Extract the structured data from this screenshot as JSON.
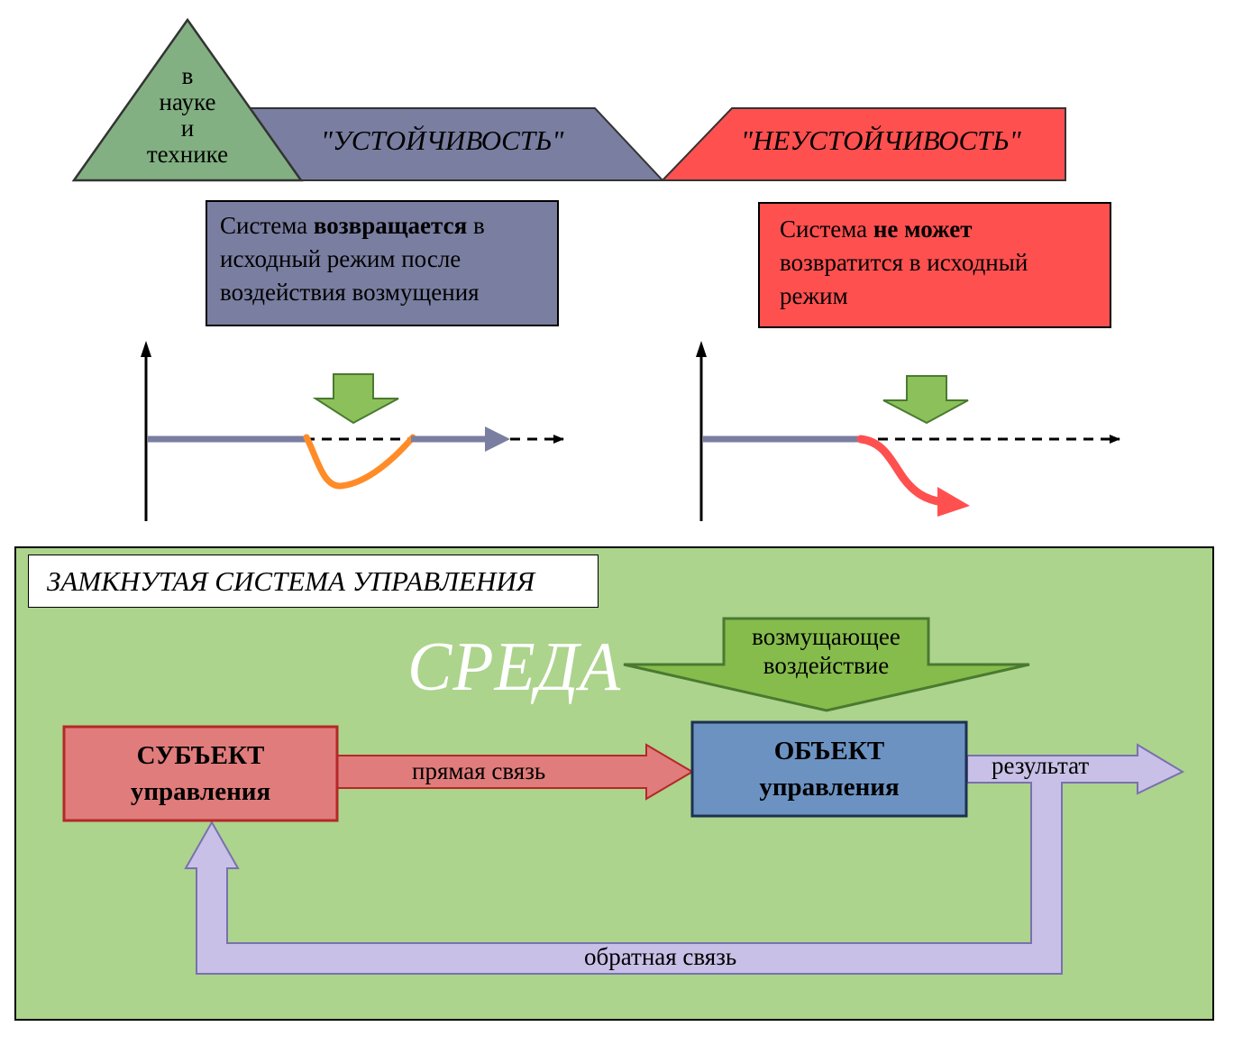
{
  "header": {
    "triangle_label": [
      "в",
      "науке",
      "и",
      "технике"
    ],
    "stability_label": "\"УСТОЙЧИВОСТЬ\"",
    "instability_label": "\"НЕУСТОЙЧИВОСТЬ\""
  },
  "stable": {
    "description_prefix": "Система ",
    "description_bold": "возвращается",
    "description_rest": " в исходный режим после воздействия возмущения"
  },
  "unstable": {
    "description_prefix": "Система ",
    "description_bold": "не может",
    "description_rest": " возвратится в исходный режим"
  },
  "closed_loop": {
    "title": "ЗАМКНУТАЯ СИСТЕМА УПРАВЛЕНИЯ",
    "environment": "СРЕДА",
    "disturbance": [
      "возмущающее",
      "воздействие"
    ],
    "subject": [
      "СУБЪЕКТ",
      "управления"
    ],
    "object": [
      "ОБЪЕКТ",
      "управления"
    ],
    "forward_link": "прямая связь",
    "result": "результат",
    "feedback": "обратная связь"
  },
  "colors": {
    "green_triangle": "#82b082",
    "stability_fill": "#7a7ea0",
    "instability_fill": "#ff5050",
    "panel_green": "#acd48c",
    "subject_fill": "#e07c7c",
    "subject_border": "#b42828",
    "object_fill": "#6c92c2",
    "feedback_fill": "#c8c0e6",
    "disturbance_fill": "#86bc4c",
    "deviation_stable": "#ff8c28",
    "deviation_unstable": "#ff5050"
  }
}
